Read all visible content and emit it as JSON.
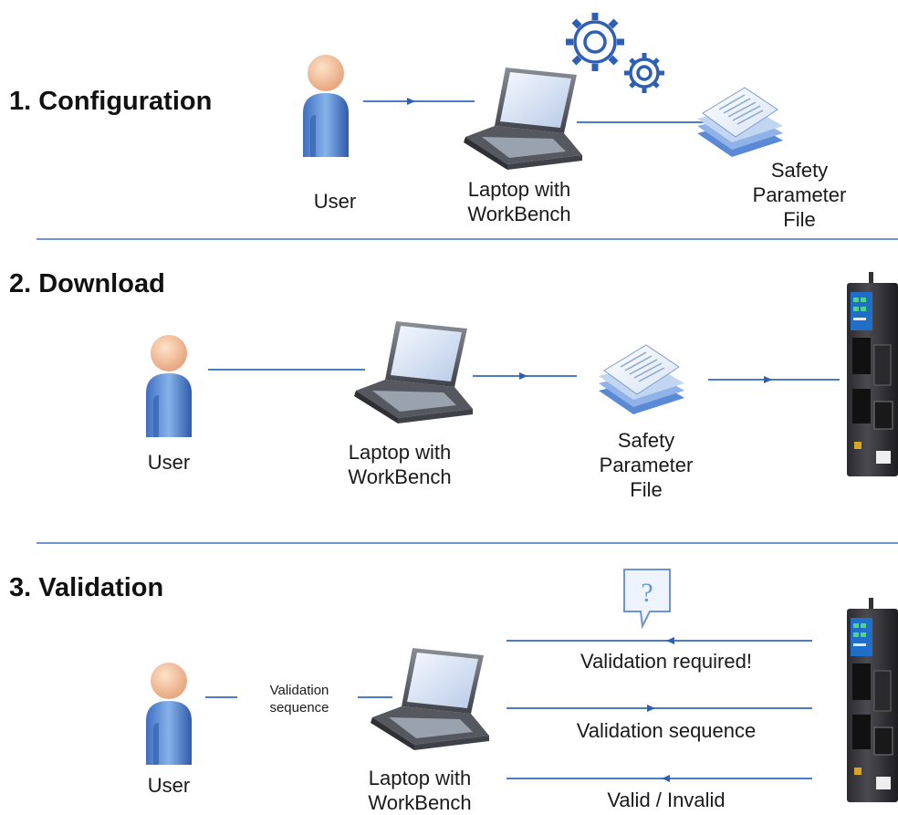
{
  "sections": {
    "configuration": {
      "title": "1. Configuration",
      "user": "User",
      "laptop": [
        "Laptop with",
        "WorkBench"
      ],
      "file": [
        "Safety",
        "Parameter",
        "File"
      ]
    },
    "download": {
      "title": "2. Download",
      "user": "User",
      "laptop": [
        "Laptop with",
        "WorkBench"
      ],
      "file": [
        "Safety",
        "Parameter",
        "File"
      ]
    },
    "validation": {
      "title": "3. Validation",
      "user": "User",
      "laptop": [
        "Laptop with",
        "WorkBench"
      ],
      "sequence_label": [
        "Validation",
        "sequence"
      ],
      "messages": {
        "required": "Validation required!",
        "sequence": "Validation sequence",
        "result": "Valid / Invalid"
      },
      "question_mark": "?"
    }
  },
  "colors": {
    "line": "#4a7cc7",
    "divider": "#6e95cf",
    "accent": "#2f5fb3"
  },
  "icons": [
    "user-icon",
    "laptop-icon",
    "gears-icon",
    "file-stack-icon",
    "drive-icon",
    "question-bubble-icon"
  ]
}
